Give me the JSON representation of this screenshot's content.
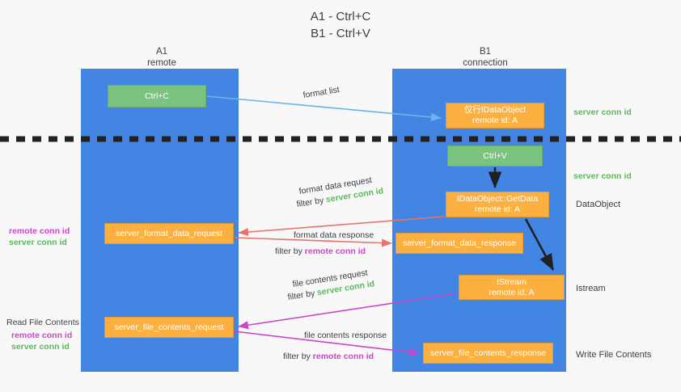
{
  "title": {
    "line1": "A1 - Ctrl+C",
    "line2": "B1 - Ctrl+V"
  },
  "lanes": {
    "a": {
      "name": "A1",
      "sub": "remote"
    },
    "b": {
      "name": "B1",
      "sub": "connection"
    }
  },
  "nodes": {
    "ctrl_c": {
      "line1": "Ctrl+C",
      "line2": ""
    },
    "idataobject": {
      "line1": "仅行IDataObject",
      "line2": "remote id: A"
    },
    "ctrl_v": {
      "line1": "Ctrl+V",
      "line2": ""
    },
    "getdata": {
      "line1": "IDataObject::GetData",
      "line2": "remote id: A"
    },
    "format_data_request": {
      "line1": "server_format_data_request",
      "line2": ""
    },
    "format_data_response": {
      "line1": "server_format_data_response",
      "line2": ""
    },
    "istream": {
      "line1": "IStream",
      "line2": "remote id: A"
    },
    "file_contents_request": {
      "line1": "server_file_contents_request",
      "line2": ""
    },
    "file_contents_response": {
      "line1": "server_file_contents_response",
      "line2": ""
    }
  },
  "edges": {
    "format_list": {
      "text": "format list"
    },
    "format_data_request": {
      "text": "format data request",
      "filter_prefix": "filter by ",
      "filter_value": "server conn id"
    },
    "format_data_response": {
      "text": "format data response",
      "filter_prefix": "filter by ",
      "filter_value": "remote conn id"
    },
    "file_contents_request": {
      "text": "file contents request",
      "filter_prefix": "filter by ",
      "filter_value": "server conn id"
    },
    "file_contents_response": {
      "text": "file contents response",
      "filter_prefix": "filter by ",
      "filter_value": "remote conn id"
    }
  },
  "left_labels": {
    "group1": {
      "remote": "remote conn id",
      "server": "server conn id"
    },
    "group2": {
      "heading": "Read File Contents",
      "remote": "remote conn id",
      "server": "server conn id"
    }
  },
  "right_labels": {
    "server_conn_top": "server conn id",
    "server_conn_mid": "server conn id",
    "dataobject": "DataObject",
    "istream": "Istream",
    "write_file_contents": "Write File Contents"
  },
  "colors": {
    "lane": "#4285e3",
    "green_node": "#7bc47f",
    "orange_node": "#fbb040",
    "green_text": "#5cb85c",
    "purple_text": "#cc44cc",
    "blue_arrow": "#6cb4e8",
    "red_arrow": "#e8736a",
    "magenta_arrow": "#cc44cc",
    "black_arrow": "#202124",
    "background": "#f8f8f8"
  }
}
